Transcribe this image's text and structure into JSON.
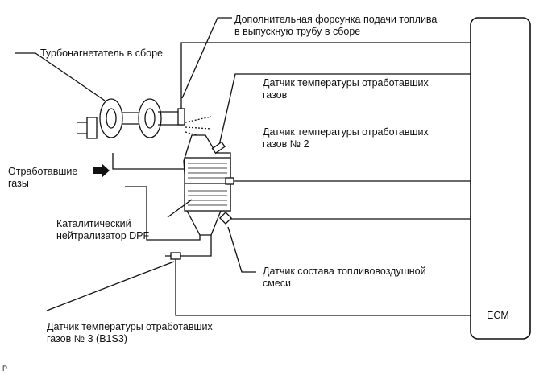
{
  "labels": {
    "injector": [
      "Дополнительная форсунка подачи топлива",
      "в выпускную трубу в сборе"
    ],
    "turbo": "Турбонагнетатель в сборе",
    "exhaust_temp": [
      "Датчик температуры отработавших",
      "газов"
    ],
    "exhaust_temp2": [
      "Датчик температуры отработавших",
      "газов № 2"
    ],
    "exhaust_gas": [
      "Отработавшие",
      "газы"
    ],
    "dpf": [
      "Каталитический",
      "нейтрализатор DPF"
    ],
    "af_sensor": [
      "Датчик состава топливовоздушной",
      "смеси"
    ],
    "exhaust_temp3": [
      "Датчик температуры отработавших",
      "газов № 3 (B1S3)"
    ],
    "ecm": "ECM",
    "figure_mark": "P"
  }
}
